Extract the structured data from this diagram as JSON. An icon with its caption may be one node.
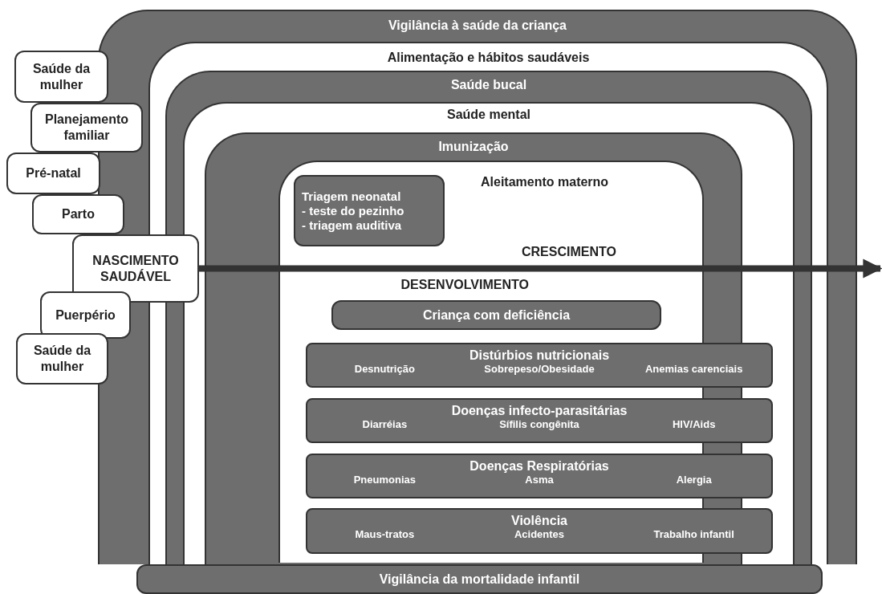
{
  "diagram": {
    "nodes": [
      {
        "text": [
          "Vigilância à saúde da criança"
        ]
      },
      {
        "text": [
          "Alimentação e hábitos saudáveis"
        ],
        "in": 0
      },
      {
        "text": [
          "Saúde bucal"
        ],
        "in": 1
      },
      {
        "text": [
          "Saúde mental"
        ],
        "in": 2
      },
      {
        "text": [
          "Imunização"
        ],
        "in": 3
      },
      {
        "text": [
          "Aleitamento materno"
        ],
        "in": 4
      },
      {
        "text": [
          "Triagem neonatal",
          "- teste do pezinho",
          "- triagem auditiva"
        ],
        "in": 5
      },
      {
        "text": [
          "Criança com deficiência"
        ],
        "in": 5
      },
      {
        "text": [
          "Distúrbios nutricionais",
          "Desnutrição",
          "Sobrepeso/Obesidade",
          "Anemias carenciais"
        ],
        "in": 3
      },
      {
        "text": [
          "Doenças infecto-parasitárias",
          "Diarréias",
          "Sífilis congênita",
          "HIV/Aids"
        ],
        "in": 3
      },
      {
        "text": [
          "Doenças Respiratórias",
          "Pneumonias",
          "Asma",
          "Alergia"
        ],
        "in": 3
      },
      {
        "text": [
          "Violência",
          "Maus-tratos",
          "Acidentes",
          "Trabalho infantil"
        ],
        "in": 3
      },
      {
        "text": [
          "Saúde da mulher"
        ]
      },
      {
        "text": [
          "Planejamento familiar"
        ]
      },
      {
        "text": [
          "Pré-natal"
        ]
      },
      {
        "text": [
          "Parto"
        ]
      },
      {
        "text": [
          "NASCIMENTO SAUDÁVEL"
        ]
      },
      {
        "text": [
          "Puerpério"
        ]
      },
      {
        "text": [
          "Saúde da mulher"
        ]
      },
      {
        "text": [
          "Vigilância da mortalidade infantil"
        ]
      }
    ],
    "edges": [
      {
        "from": 16,
        "to": 0,
        "arrow": "to"
      }
    ],
    "labels": [
      "CRESCIMENTO",
      "DESENVOLVIMENTO"
    ]
  }
}
